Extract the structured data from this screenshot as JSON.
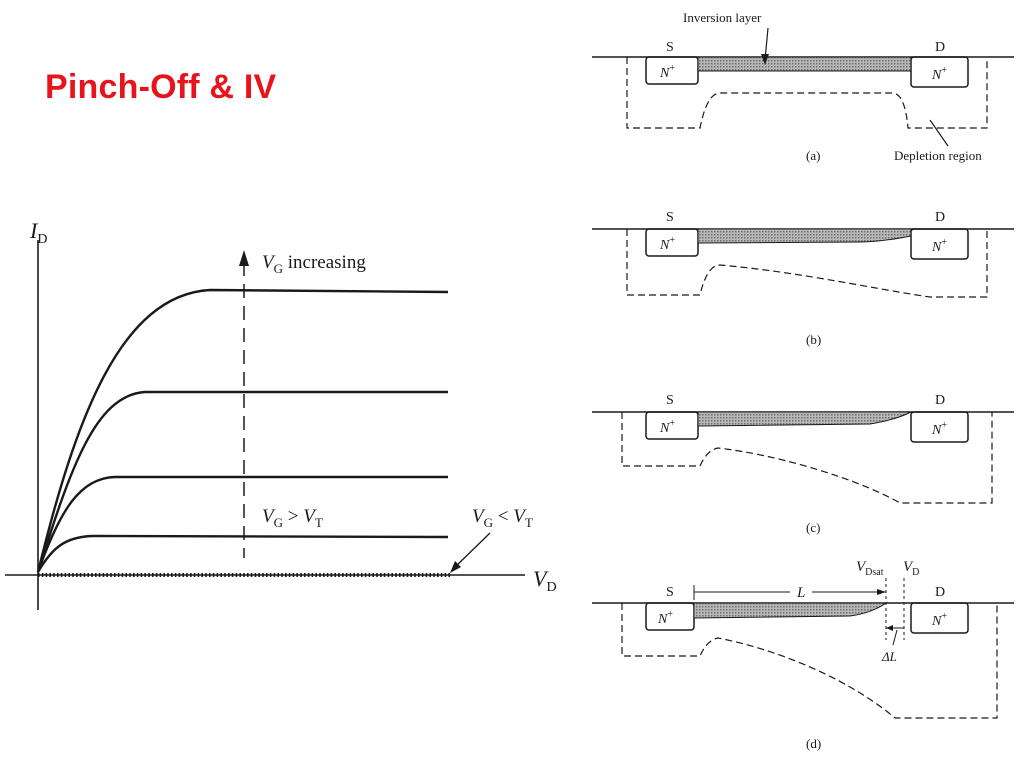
{
  "title": "Pinch-Off & IV",
  "iv_graph": {
    "y_axis_main": "I",
    "y_axis_sub": "D",
    "x_axis_main": "V",
    "x_axis_sub": "D",
    "increasing_main": "V",
    "increasing_sub": "G",
    "increasing_text": " increasing",
    "above_vg": "V",
    "above_vg_sub": "G",
    "above_op": " > ",
    "above_vt": "V",
    "above_vt_sub": "T",
    "below_vg": "V",
    "below_vg_sub": "G",
    "below_op": " < ",
    "below_vt": "V",
    "below_vt_sub": "T"
  },
  "mosfet": {
    "source_label": "S",
    "drain_label": "D",
    "n_plus": "N",
    "n_plus_sup": "+",
    "inversion_layer": "Inversion layer",
    "depletion_region": "Depletion region",
    "captions": [
      "(a)",
      "(b)",
      "(c)",
      "(d)"
    ],
    "length_label": "L",
    "vdsat_main": "V",
    "vdsat_sub": "Dsat",
    "vd_main": "V",
    "vd_sub": "D",
    "delta_l": "ΔL"
  },
  "colors": {
    "title": "#e8141b",
    "ink": "#1a1a1a",
    "channel_fill": "#9a9a9a"
  }
}
